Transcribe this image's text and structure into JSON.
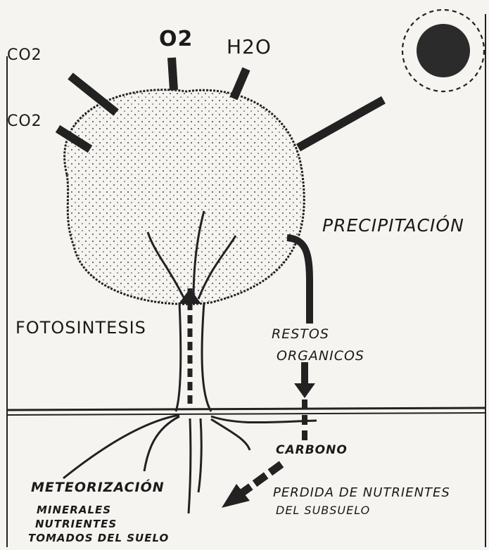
{
  "labels": {
    "co2_top": "CO2",
    "co2_mid": "CO2",
    "o2": "O2",
    "h2o": "H2O",
    "precipitacion": "PRECIPITACIÓN",
    "fotosintesis": "FOTOSINTESIS",
    "restos_line1": "RESTOS",
    "restos_line2": "ORGANICOS",
    "carbono": "CARBONO",
    "perdida_line1": "PERDIDA DE NUTRIENTES",
    "perdida_line2": "DEL SUBSUELO",
    "meteorizacion": "METEORIZACIÓN",
    "minerales_line1": "MINERALES",
    "minerales_line2": "NUTRIENTES",
    "minerales_line3": "TOMADOS DEL SUELO"
  },
  "colors": {
    "ink": "#1a1a1a",
    "paper": "#f6f4f0",
    "sun": "#2b2b2b"
  }
}
